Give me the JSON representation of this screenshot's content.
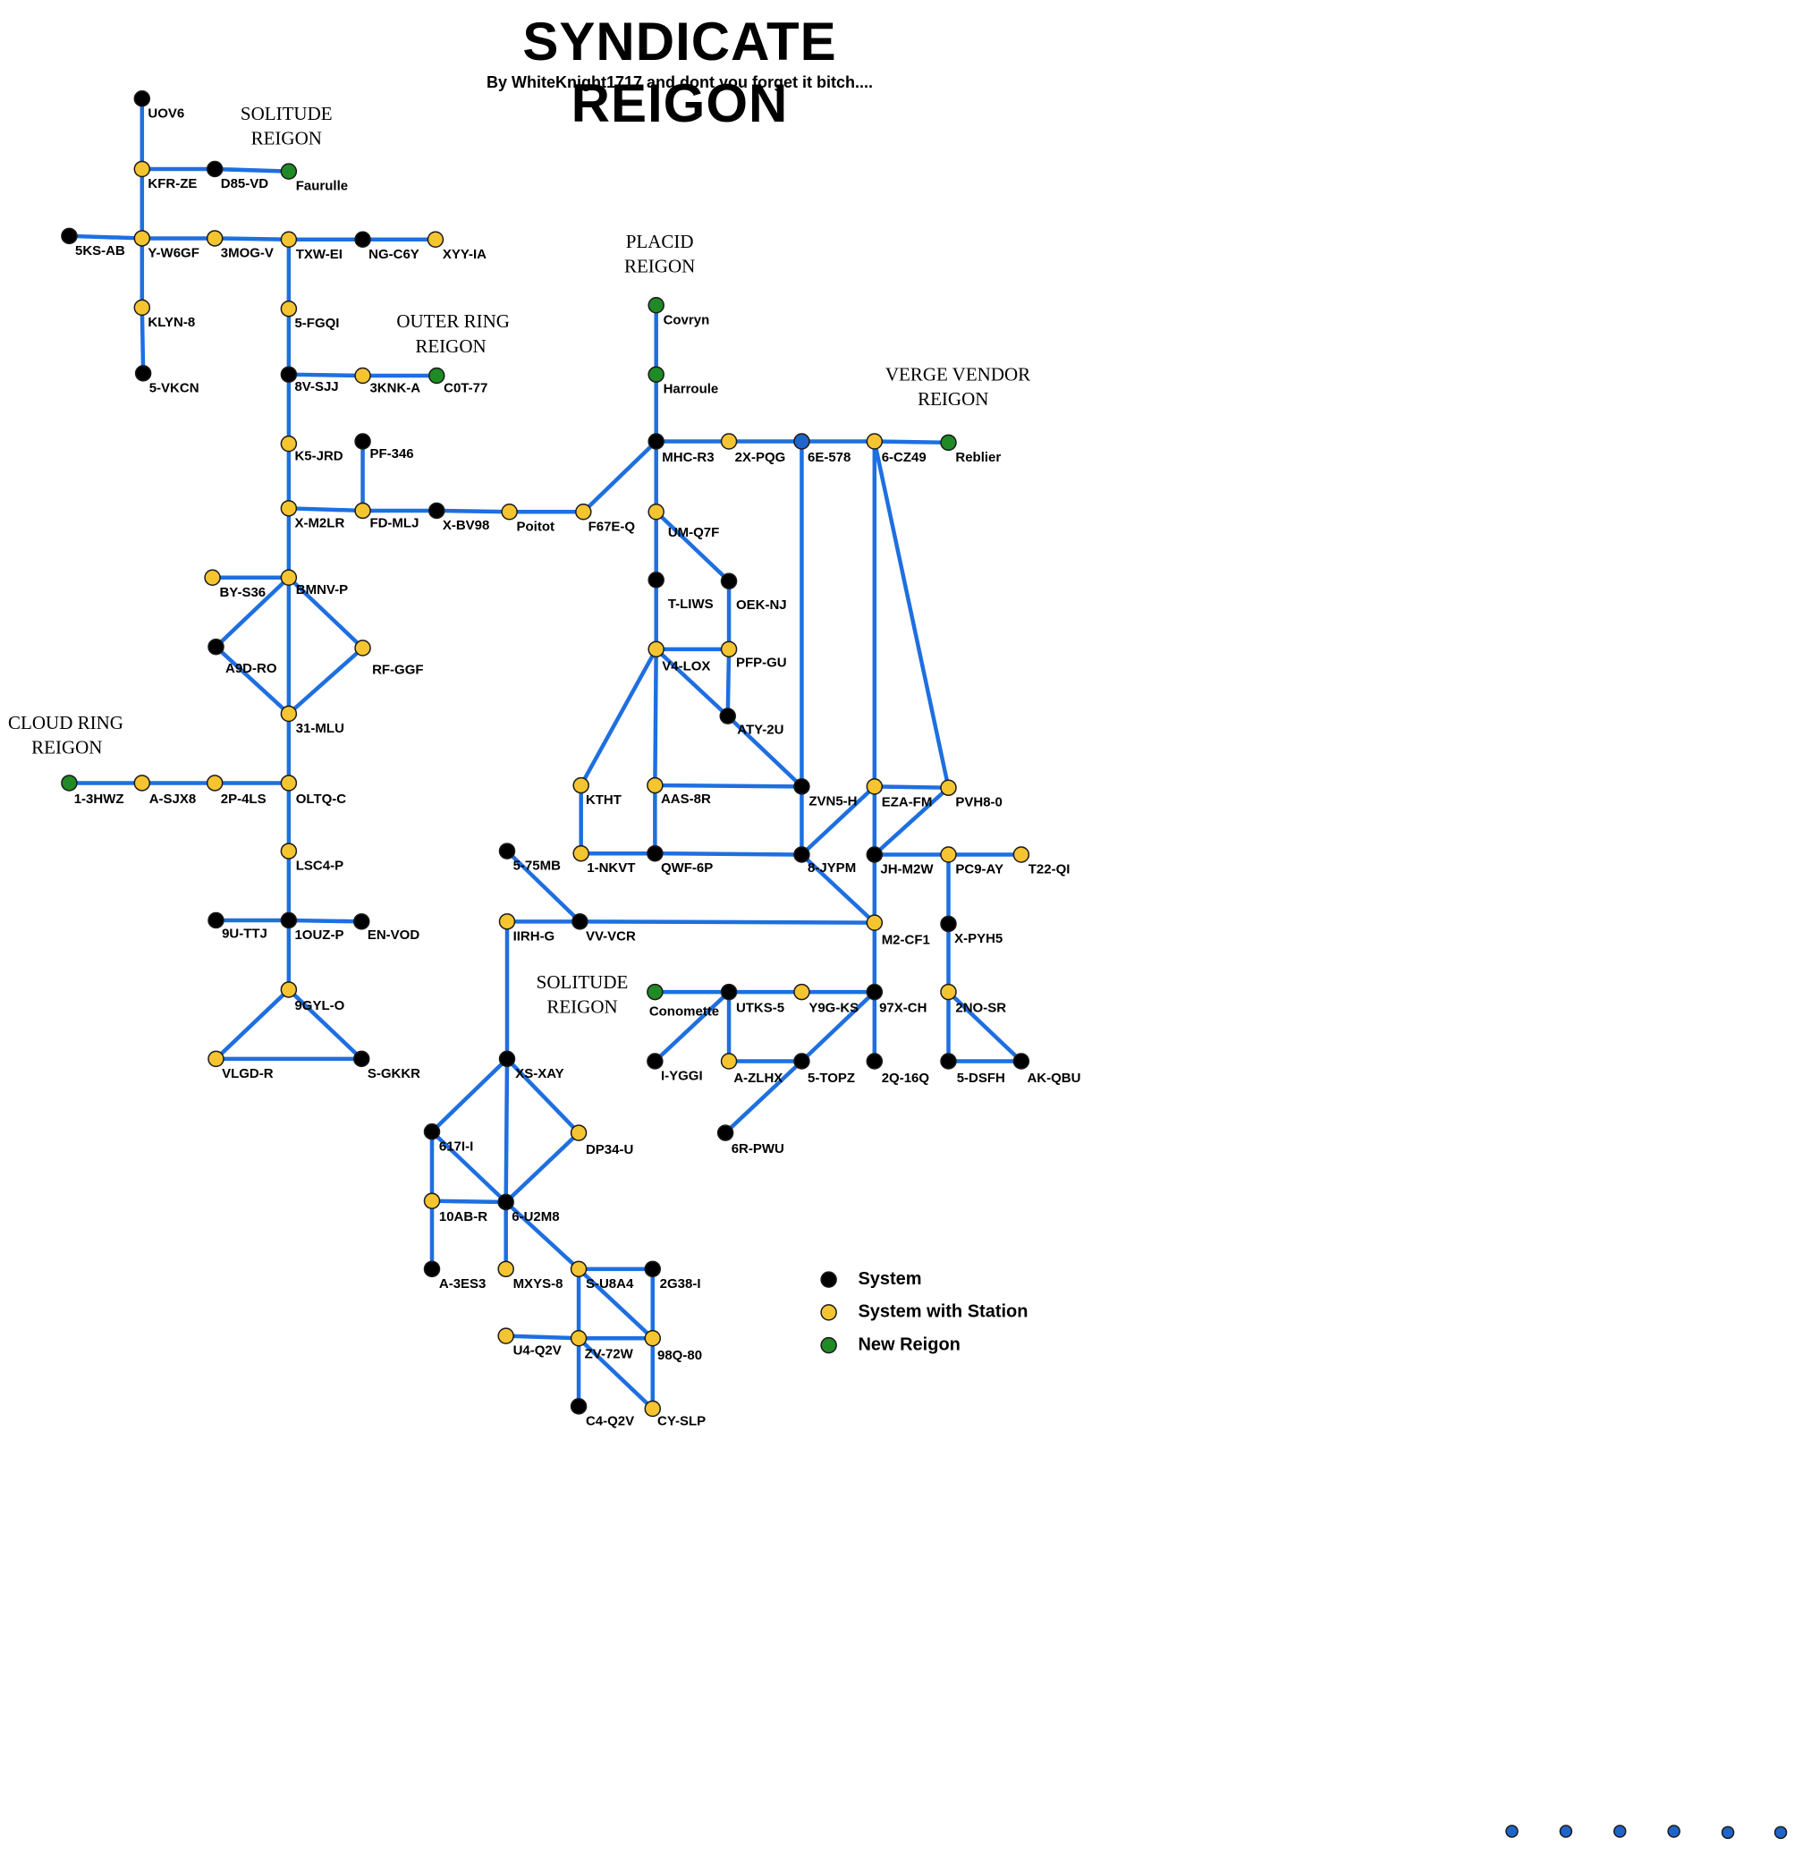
{
  "title": "SYNDICATE REIGON",
  "subtitle": "By WhiteKnight1717 and dont you forget it bitch....",
  "colors": {
    "edge": "#1e6fe0",
    "system": "#000000",
    "station": "#f5c431",
    "new_region": "#1f8a26",
    "other": "#1f64c8"
  },
  "legend": [
    {
      "type": "system",
      "label": "System"
    },
    {
      "type": "station",
      "label": "System with Station"
    },
    {
      "type": "new_region",
      "label": "New Reigon"
    }
  ],
  "regions": [
    {
      "id": "r1",
      "lines": [
        "SOLITUDE",
        "REIGON"
      ]
    },
    {
      "id": "r2",
      "lines": [
        "PLACID",
        "REIGON"
      ]
    },
    {
      "id": "r3",
      "lines": [
        "OUTER RING",
        "REIGON"
      ]
    },
    {
      "id": "r4",
      "lines": [
        "VERGE VENDOR",
        "REIGON"
      ]
    },
    {
      "id": "r5",
      "lines": [
        "CLOUD RING",
        "REIGON"
      ]
    },
    {
      "id": "r6",
      "lines": [
        "SOLITUDE",
        "REIGON"
      ]
    }
  ],
  "nodes": [
    {
      "id": "UOV6",
      "type": "system"
    },
    {
      "id": "KFR-ZE",
      "type": "station"
    },
    {
      "id": "D85-VD",
      "type": "system"
    },
    {
      "id": "Faurulle",
      "type": "new_region"
    },
    {
      "id": "5KS-AB",
      "type": "system"
    },
    {
      "id": "Y-W6GF",
      "type": "station"
    },
    {
      "id": "3MOG-V",
      "type": "station"
    },
    {
      "id": "TXW-EI",
      "type": "station"
    },
    {
      "id": "NG-C6Y",
      "type": "system"
    },
    {
      "id": "XYY-IA",
      "type": "station"
    },
    {
      "id": "KLYN-8",
      "type": "station"
    },
    {
      "id": "5-VKCN",
      "type": "system"
    },
    {
      "id": "5-FGQI",
      "type": "station"
    },
    {
      "id": "8V-SJJ",
      "type": "system"
    },
    {
      "id": "3KNK-A",
      "type": "station"
    },
    {
      "id": "C0T-77",
      "type": "new_region"
    },
    {
      "id": "K5-JRD",
      "type": "station"
    },
    {
      "id": "PF-346",
      "type": "system"
    },
    {
      "id": "X-M2LR",
      "type": "station"
    },
    {
      "id": "FD-MLJ",
      "type": "station"
    },
    {
      "id": "X-BV98",
      "type": "system"
    },
    {
      "id": "Poitot",
      "type": "station"
    },
    {
      "id": "F67E-Q",
      "type": "station"
    },
    {
      "id": "BY-S36",
      "type": "station"
    },
    {
      "id": "BMNV-P",
      "type": "station"
    },
    {
      "id": "A9D-RO",
      "type": "system"
    },
    {
      "id": "RF-GGF",
      "type": "station"
    },
    {
      "id": "31-MLU",
      "type": "station"
    },
    {
      "id": "1-3HWZ",
      "type": "new_region"
    },
    {
      "id": "A-SJX8",
      "type": "station"
    },
    {
      "id": "2P-4LS",
      "type": "station"
    },
    {
      "id": "OLTQ-C",
      "type": "station"
    },
    {
      "id": "LSC4-P",
      "type": "station"
    },
    {
      "id": "9U-TTJ",
      "type": "system"
    },
    {
      "id": "1OUZ-P",
      "type": "system"
    },
    {
      "id": "EN-VOD",
      "type": "system"
    },
    {
      "id": "9GYL-O",
      "type": "station"
    },
    {
      "id": "VLGD-R",
      "type": "station"
    },
    {
      "id": "S-GKKR",
      "type": "system"
    },
    {
      "id": "Covryn",
      "type": "new_region"
    },
    {
      "id": "Harroule",
      "type": "new_region"
    },
    {
      "id": "MHC-R3",
      "type": "system"
    },
    {
      "id": "2X-PQG",
      "type": "station"
    },
    {
      "id": "6E-578",
      "type": "other"
    },
    {
      "id": "6-CZ49",
      "type": "station"
    },
    {
      "id": "Reblier",
      "type": "new_region"
    },
    {
      "id": "UM-Q7F",
      "type": "station"
    },
    {
      "id": "T-LIWS",
      "type": "system"
    },
    {
      "id": "OEK-NJ",
      "type": "system"
    },
    {
      "id": "V4-LOX",
      "type": "station"
    },
    {
      "id": "PFP-GU",
      "type": "station"
    },
    {
      "id": "ATY-2U",
      "type": "system"
    },
    {
      "id": "KTHT",
      "type": "station"
    },
    {
      "id": "AAS-8R",
      "type": "station"
    },
    {
      "id": "ZVN5-H",
      "type": "system"
    },
    {
      "id": "EZA-FM",
      "type": "station"
    },
    {
      "id": "PVH8-0",
      "type": "station"
    },
    {
      "id": "5-75MB",
      "type": "system"
    },
    {
      "id": "1-NKVT",
      "type": "station"
    },
    {
      "id": "QWF-6P",
      "type": "system"
    },
    {
      "id": "8-JYPM",
      "type": "system"
    },
    {
      "id": "JH-M2W",
      "type": "system"
    },
    {
      "id": "PC9-AY",
      "type": "station"
    },
    {
      "id": "T22-QI",
      "type": "station"
    },
    {
      "id": "IIRH-G",
      "type": "station"
    },
    {
      "id": "VV-VCR",
      "type": "system"
    },
    {
      "id": "M2-CF1",
      "type": "station"
    },
    {
      "id": "X-PYH5",
      "type": "system"
    },
    {
      "id": "Conomette",
      "type": "new_region"
    },
    {
      "id": "UTKS-5",
      "type": "system"
    },
    {
      "id": "Y9G-KS",
      "type": "station"
    },
    {
      "id": "97X-CH",
      "type": "system"
    },
    {
      "id": "2NO-SR",
      "type": "station"
    },
    {
      "id": "I-YGGI",
      "type": "system"
    },
    {
      "id": "A-ZLHX",
      "type": "station"
    },
    {
      "id": "5-TOPZ",
      "type": "system"
    },
    {
      "id": "2Q-16Q",
      "type": "system"
    },
    {
      "id": "5-DSFH",
      "type": "system"
    },
    {
      "id": "AK-QBU",
      "type": "system"
    },
    {
      "id": "6R-PWU",
      "type": "system"
    },
    {
      "id": "XS-XAY",
      "type": "system"
    },
    {
      "id": "617I-I",
      "type": "system"
    },
    {
      "id": "DP34-U",
      "type": "station"
    },
    {
      "id": "10AB-R",
      "type": "station"
    },
    {
      "id": "6-U2M8",
      "type": "system"
    },
    {
      "id": "A-3ES3",
      "type": "system"
    },
    {
      "id": "MXYS-8",
      "type": "station"
    },
    {
      "id": "S-U8A4",
      "type": "station"
    },
    {
      "id": "2G38-I",
      "type": "system"
    },
    {
      "id": "U4-Q2V",
      "type": "station"
    },
    {
      "id": "ZV-72W",
      "type": "station"
    },
    {
      "id": "98Q-80",
      "type": "station"
    },
    {
      "id": "C4-Q2V",
      "type": "system"
    },
    {
      "id": "CY-SLP",
      "type": "station"
    }
  ],
  "edges": [
    [
      "UOV6",
      "KFR-ZE"
    ],
    [
      "KFR-ZE",
      "D85-VD"
    ],
    [
      "D85-VD",
      "Faurulle"
    ],
    [
      "KFR-ZE",
      "Y-W6GF"
    ],
    [
      "5KS-AB",
      "Y-W6GF"
    ],
    [
      "Y-W6GF",
      "3MOG-V"
    ],
    [
      "3MOG-V",
      "TXW-EI"
    ],
    [
      "TXW-EI",
      "NG-C6Y"
    ],
    [
      "NG-C6Y",
      "XYY-IA"
    ],
    [
      "Y-W6GF",
      "KLYN-8"
    ],
    [
      "KLYN-8",
      "5-VKCN"
    ],
    [
      "TXW-EI",
      "5-FGQI"
    ],
    [
      "5-FGQI",
      "8V-SJJ"
    ],
    [
      "8V-SJJ",
      "3KNK-A"
    ],
    [
      "3KNK-A",
      "C0T-77"
    ],
    [
      "8V-SJJ",
      "K5-JRD"
    ],
    [
      "K5-JRD",
      "X-M2LR"
    ],
    [
      "X-M2LR",
      "FD-MLJ"
    ],
    [
      "PF-346",
      "FD-MLJ"
    ],
    [
      "FD-MLJ",
      "X-BV98"
    ],
    [
      "X-BV98",
      "Poitot"
    ],
    [
      "Poitot",
      "F67E-Q"
    ],
    [
      "F67E-Q",
      "MHC-R3"
    ],
    [
      "X-M2LR",
      "BMNV-P"
    ],
    [
      "BY-S36",
      "BMNV-P"
    ],
    [
      "BMNV-P",
      "A9D-RO"
    ],
    [
      "BMNV-P",
      "RF-GGF"
    ],
    [
      "BMNV-P",
      "31-MLU"
    ],
    [
      "A9D-RO",
      "31-MLU"
    ],
    [
      "RF-GGF",
      "31-MLU"
    ],
    [
      "31-MLU",
      "OLTQ-C"
    ],
    [
      "1-3HWZ",
      "A-SJX8"
    ],
    [
      "A-SJX8",
      "2P-4LS"
    ],
    [
      "2P-4LS",
      "OLTQ-C"
    ],
    [
      "OLTQ-C",
      "LSC4-P"
    ],
    [
      "LSC4-P",
      "1OUZ-P"
    ],
    [
      "9U-TTJ",
      "1OUZ-P"
    ],
    [
      "1OUZ-P",
      "EN-VOD"
    ],
    [
      "1OUZ-P",
      "9GYL-O"
    ],
    [
      "9GYL-O",
      "VLGD-R"
    ],
    [
      "9GYL-O",
      "S-GKKR"
    ],
    [
      "VLGD-R",
      "S-GKKR"
    ],
    [
      "Covryn",
      "Harroule"
    ],
    [
      "Harroule",
      "MHC-R3"
    ],
    [
      "MHC-R3",
      "2X-PQG"
    ],
    [
      "2X-PQG",
      "6E-578"
    ],
    [
      "6E-578",
      "6-CZ49"
    ],
    [
      "6-CZ49",
      "Reblier"
    ],
    [
      "MHC-R3",
      "UM-Q7F"
    ],
    [
      "UM-Q7F",
      "T-LIWS"
    ],
    [
      "UM-Q7F",
      "OEK-NJ"
    ],
    [
      "T-LIWS",
      "V4-LOX"
    ],
    [
      "OEK-NJ",
      "PFP-GU"
    ],
    [
      "V4-LOX",
      "PFP-GU"
    ],
    [
      "PFP-GU",
      "ATY-2U"
    ],
    [
      "V4-LOX",
      "ATY-2U"
    ],
    [
      "ATY-2U",
      "ZVN5-H"
    ],
    [
      "V4-LOX",
      "KTHT"
    ],
    [
      "V4-LOX",
      "AAS-8R"
    ],
    [
      "AAS-8R",
      "ZVN5-H"
    ],
    [
      "AAS-8R",
      "QWF-6P"
    ],
    [
      "KTHT",
      "1-NKVT"
    ],
    [
      "1-NKVT",
      "QWF-6P"
    ],
    [
      "QWF-6P",
      "8-JYPM"
    ],
    [
      "6E-578",
      "ZVN5-H"
    ],
    [
      "ZVN5-H",
      "8-JYPM"
    ],
    [
      "8-JYPM",
      "EZA-FM"
    ],
    [
      "8-JYPM",
      "M2-CF1"
    ],
    [
      "6-CZ49",
      "EZA-FM"
    ],
    [
      "6-CZ49",
      "PVH8-0"
    ],
    [
      "EZA-FM",
      "PVH8-0"
    ],
    [
      "EZA-FM",
      "JH-M2W"
    ],
    [
      "PVH8-0",
      "JH-M2W"
    ],
    [
      "JH-M2W",
      "PC9-AY"
    ],
    [
      "PC9-AY",
      "T22-QI"
    ],
    [
      "JH-M2W",
      "M2-CF1"
    ],
    [
      "PC9-AY",
      "X-PYH5"
    ],
    [
      "X-PYH5",
      "2NO-SR"
    ],
    [
      "2NO-SR",
      "5-DSFH"
    ],
    [
      "2NO-SR",
      "AK-QBU"
    ],
    [
      "5-DSFH",
      "AK-QBU"
    ],
    [
      "5-75MB",
      "VV-VCR"
    ],
    [
      "IIRH-G",
      "VV-VCR"
    ],
    [
      "VV-VCR",
      "M2-CF1"
    ],
    [
      "M2-CF1",
      "97X-CH"
    ],
    [
      "Conomette",
      "UTKS-5"
    ],
    [
      "UTKS-5",
      "Y9G-KS"
    ],
    [
      "Y9G-KS",
      "97X-CH"
    ],
    [
      "UTKS-5",
      "I-YGGI"
    ],
    [
      "UTKS-5",
      "A-ZLHX"
    ],
    [
      "A-ZLHX",
      "5-TOPZ"
    ],
    [
      "97X-CH",
      "5-TOPZ"
    ],
    [
      "5-TOPZ",
      "6R-PWU"
    ],
    [
      "97X-CH",
      "2Q-16Q"
    ],
    [
      "IIRH-G",
      "XS-XAY"
    ],
    [
      "XS-XAY",
      "617I-I"
    ],
    [
      "XS-XAY",
      "DP34-U"
    ],
    [
      "XS-XAY",
      "6-U2M8"
    ],
    [
      "617I-I",
      "10AB-R"
    ],
    [
      "617I-I",
      "6-U2M8"
    ],
    [
      "DP34-U",
      "6-U2M8"
    ],
    [
      "10AB-R",
      "6-U2M8"
    ],
    [
      "10AB-R",
      "A-3ES3"
    ],
    [
      "6-U2M8",
      "MXYS-8"
    ],
    [
      "6-U2M8",
      "S-U8A4"
    ],
    [
      "S-U8A4",
      "2G38-I"
    ],
    [
      "S-U8A4",
      "ZV-72W"
    ],
    [
      "S-U8A4",
      "98Q-80"
    ],
    [
      "2G38-I",
      "98Q-80"
    ],
    [
      "U4-Q2V",
      "ZV-72W"
    ],
    [
      "ZV-72W",
      "98Q-80"
    ],
    [
      "ZV-72W",
      "C4-Q2V"
    ],
    [
      "ZV-72W",
      "CY-SLP"
    ],
    [
      "98Q-80",
      "CY-SLP"
    ]
  ]
}
